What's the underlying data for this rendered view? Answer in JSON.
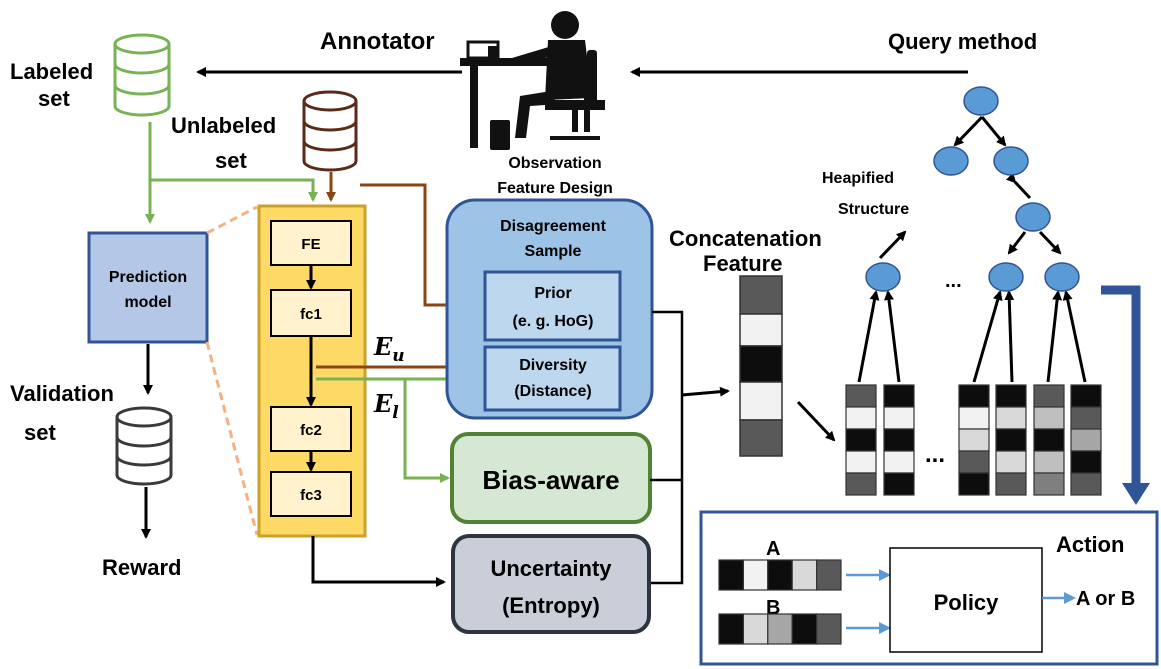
{
  "labels": {
    "annotator": "Annotator",
    "query_method": "Query method",
    "labeled_set_line1": "Labeled",
    "labeled_set_line2": "set",
    "unlabeled_set_line1": "Unlabeled",
    "unlabeled_set_line2": "set",
    "observation_line1": "Observation",
    "observation_line2": "Feature Design",
    "heapified_line1": "Heapified",
    "heapified_line2": "Structure",
    "concatenation_line1": "Concatenation",
    "concatenation_line2": "Feature",
    "prediction_line1": "Prediction",
    "prediction_line2": "model",
    "validation_line1": "Validation",
    "validation_line2": "set",
    "reward": "Reward",
    "e_u_base": "E",
    "e_u_sub": "u",
    "e_l_base": "E",
    "e_l_sub": "l",
    "disagreement_line1": "Disagreement",
    "disagreement_line2": "Sample",
    "prior_line1": "Prior",
    "prior_line2": "(e. g. HoG)",
    "diversity_line1": "Diversity",
    "diversity_line2": "(Distance)",
    "bias_aware": "Bias-aware",
    "uncertainty_line1": "Uncertainty",
    "uncertainty_line2": "(Entropy)",
    "ellipsis_tree": "...",
    "ellipsis_vectors": "...",
    "action": "Action",
    "policy": "Policy",
    "a_label": "A",
    "b_label": "B",
    "a_or_b": "A or B"
  },
  "network_layers": [
    "FE",
    "fc1",
    "fc2",
    "fc3"
  ],
  "colors": {
    "green_arrow": "#77b255",
    "brown_arrow": "#8b4513",
    "dark_blue": "#2f5597",
    "prediction_fill": "#b4c7e7",
    "network_fill": "#ffd966",
    "layer_fill": "#fff2cc",
    "disagreement_fill": "#9dc3e6",
    "inner_fill": "#bdd7ee",
    "bias_fill": "#d5e8d4",
    "bias_border": "#548235",
    "uncert_fill": "#c9ced9",
    "uncert_border": "#2e3440",
    "tree_node": "#5b9bd5",
    "labeled_db": "#77b255",
    "unlabeled_db": "#5a2a1a",
    "validation_db": "#3a3a3a"
  }
}
